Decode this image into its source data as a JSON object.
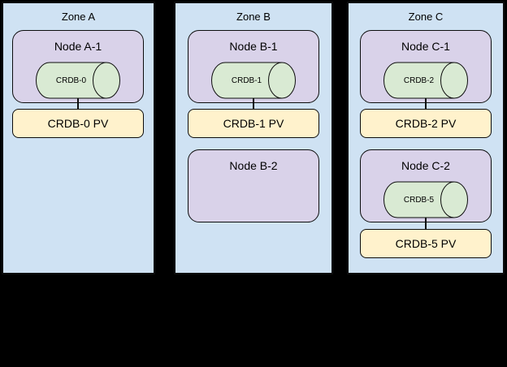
{
  "zones": [
    {
      "title": "Zone A",
      "nodes": [
        {
          "label": "Node A-1",
          "pod": "CRDB-0",
          "pv": "CRDB-0 PV"
        }
      ]
    },
    {
      "title": "Zone B",
      "nodes": [
        {
          "label": "Node B-1",
          "pod": "CRDB-1",
          "pv": "CRDB-1 PV"
        },
        {
          "label": "Node B-2"
        }
      ]
    },
    {
      "title": "Zone C",
      "nodes": [
        {
          "label": "Node C-1",
          "pod": "CRDB-2",
          "pv": "CRDB-2 PV"
        },
        {
          "label": "Node C-2",
          "pod": "CRDB-5",
          "pv": "CRDB-5 PV"
        }
      ]
    }
  ],
  "colors": {
    "canvas-bg": "#000000",
    "zone-bg": "#cfe2f3",
    "node-bg": "#d9d2e9",
    "pod-bg": "#d9ead3",
    "pv-bg": "#fff2cc",
    "border": "#0d0d0d",
    "text": "#000000"
  }
}
